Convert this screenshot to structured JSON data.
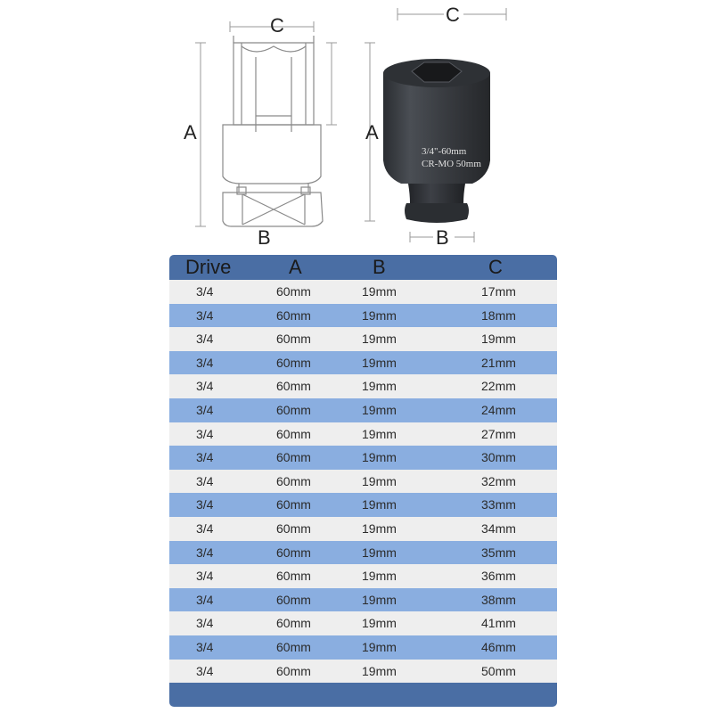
{
  "diagram": {
    "left_labels": {
      "c": "C",
      "a": "A",
      "b": "B"
    },
    "right_labels": {
      "c": "C",
      "a": "A",
      "b": "B"
    },
    "socket_text": {
      "line1": "3/4\"-60mm",
      "line2": "CR-MO 50mm"
    }
  },
  "table": {
    "headers": {
      "drive": "Drive",
      "a": "A",
      "b": "B",
      "c": "C"
    },
    "rows": [
      {
        "drive": "3/4",
        "a": "60mm",
        "b": "19mm",
        "c": "17mm"
      },
      {
        "drive": "3/4",
        "a": "60mm",
        "b": "19mm",
        "c": "18mm"
      },
      {
        "drive": "3/4",
        "a": "60mm",
        "b": "19mm",
        "c": "19mm"
      },
      {
        "drive": "3/4",
        "a": "60mm",
        "b": "19mm",
        "c": "21mm"
      },
      {
        "drive": "3/4",
        "a": "60mm",
        "b": "19mm",
        "c": "22mm"
      },
      {
        "drive": "3/4",
        "a": "60mm",
        "b": "19mm",
        "c": "24mm"
      },
      {
        "drive": "3/4",
        "a": "60mm",
        "b": "19mm",
        "c": "27mm"
      },
      {
        "drive": "3/4",
        "a": "60mm",
        "b": "19mm",
        "c": "30mm"
      },
      {
        "drive": "3/4",
        "a": "60mm",
        "b": "19mm",
        "c": "32mm"
      },
      {
        "drive": "3/4",
        "a": "60mm",
        "b": "19mm",
        "c": "33mm"
      },
      {
        "drive": "3/4",
        "a": "60mm",
        "b": "19mm",
        "c": "34mm"
      },
      {
        "drive": "3/4",
        "a": "60mm",
        "b": "19mm",
        "c": "35mm"
      },
      {
        "drive": "3/4",
        "a": "60mm",
        "b": "19mm",
        "c": "36mm"
      },
      {
        "drive": "3/4",
        "a": "60mm",
        "b": "19mm",
        "c": "38mm"
      },
      {
        "drive": "3/4",
        "a": "60mm",
        "b": "19mm",
        "c": "41mm"
      },
      {
        "drive": "3/4",
        "a": "60mm",
        "b": "19mm",
        "c": "46mm"
      },
      {
        "drive": "3/4",
        "a": "60mm",
        "b": "19mm",
        "c": "50mm"
      }
    ]
  },
  "colors": {
    "header_bar": "#4a6ea4",
    "row_light": "#eeeeee",
    "row_blue": "#8aaee0",
    "socket_body": "#3d4045"
  }
}
